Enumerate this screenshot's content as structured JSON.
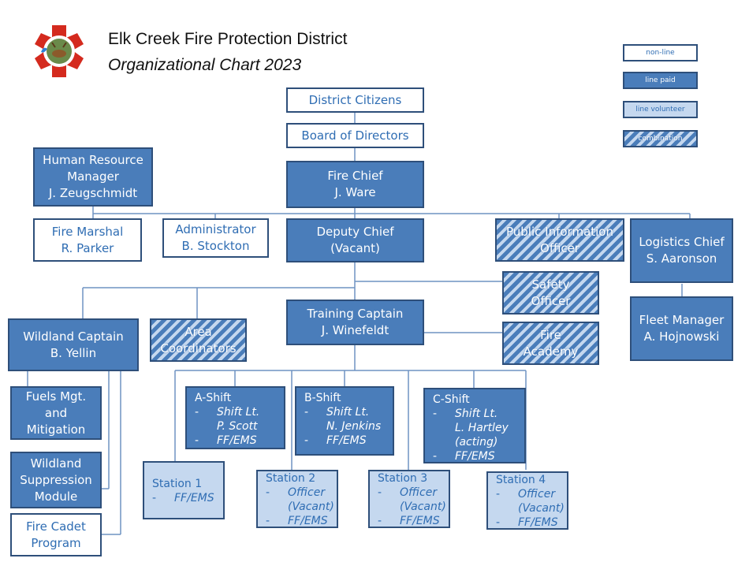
{
  "header": {
    "title": "Elk Creek Fire Protection District",
    "subtitle": "Organizational Chart 2023"
  },
  "legend": {
    "non_line": "non-line",
    "line_paid": "line paid",
    "line_volunteer": "line volunteer",
    "combination": "combination"
  },
  "colors": {
    "line_paid": "#4a7dba",
    "line_volunteer": "#c5d8ef",
    "non_line": "#ffffff",
    "border": "#2e4f7a",
    "text_blue": "#2f6db3"
  },
  "nodes": {
    "district_citizens": "District Citizens",
    "board_of_directors": "Board of Directors",
    "hr_manager": {
      "line1": "Human Resource",
      "line2": "Manager",
      "line3": "J. Zeugschmidt"
    },
    "fire_chief": {
      "line1": "Fire Chief",
      "line2": "J. Ware"
    },
    "fire_marshal": {
      "line1": "Fire Marshal",
      "line2": "R. Parker"
    },
    "administrator": {
      "line1": "Administrator",
      "line2": "B. Stockton"
    },
    "deputy_chief": {
      "line1": "Deputy Chief",
      "line2": "(Vacant)"
    },
    "pio": {
      "line1": "Public Information",
      "line2": "Officer"
    },
    "logistics_chief": {
      "line1": "Logistics Chief",
      "line2": "S. Aaronson"
    },
    "safety_officer": {
      "line1": "Safety",
      "line2": "Officer"
    },
    "fleet_manager": {
      "line1": "Fleet Manager",
      "line2": "A. Hojnowski"
    },
    "training_captain": {
      "line1": "Training  Captain",
      "line2": "J. Winefeldt"
    },
    "fire_academy": {
      "line1": "Fire",
      "line2": "Academy"
    },
    "wildland_captain": {
      "line1": "Wildland  Captain",
      "line2": "B. Yellin"
    },
    "area_coordinators": {
      "line1": "Area",
      "line2": "Coordinators"
    },
    "fuels_mgt": {
      "line1": "Fuels Mgt.",
      "line2": "and",
      "line3": "Mitigation"
    },
    "wildland_suppression": {
      "line1": "Wildland",
      "line2": "Suppression",
      "line3": "Module"
    },
    "fire_cadet": {
      "line1": "Fire Cadet",
      "line2": "Program"
    }
  },
  "shifts": {
    "a": {
      "head": "A-Shift",
      "item1": "Shift Lt.",
      "item1b": "P. Scott",
      "item2": "FF/EMS"
    },
    "b": {
      "head": "B-Shift",
      "item1": "Shift Lt.",
      "item1b": "N. Jenkins",
      "item2": "FF/EMS"
    },
    "c": {
      "head": "C-Shift",
      "item1": "Shift Lt.",
      "item1b": "L. Hartley",
      "item1c": "(acting)",
      "item2": "FF/EMS"
    }
  },
  "stations": {
    "s1": {
      "head": "Station 1",
      "item1": "FF/EMS"
    },
    "s2": {
      "head": "Station 2",
      "item1": "Officer",
      "item1b": "(Vacant)",
      "item2": "FF/EMS"
    },
    "s3": {
      "head": "Station 3",
      "item1": "Officer",
      "item1b": "(Vacant)",
      "item2": "FF/EMS"
    },
    "s4": {
      "head": "Station 4",
      "item1": "Officer",
      "item1b": "(Vacant)",
      "item2": "FF/EMS"
    }
  },
  "bullet": "-"
}
